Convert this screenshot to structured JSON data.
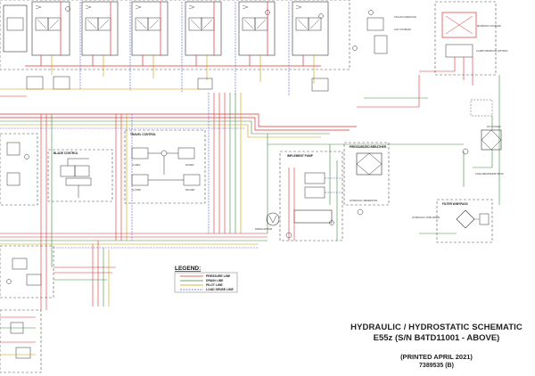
{
  "title_block": {
    "title": "HYDRAULIC / HYDROSTATIC SCHEMATIC",
    "model": "E55z (S/N B4TD11001 - ABOVE)",
    "printed": "(PRINTED APRIL 2021)",
    "part_number": "7389535 (B)"
  },
  "legend": {
    "title": "LEGEND:",
    "entries": [
      {
        "label": "PRESSURE LINE",
        "color": "#e03030"
      },
      {
        "label": "DRAIN LINE",
        "color": "#3a8a3a"
      },
      {
        "label": "PILOT LINE",
        "color": "#c8a000"
      },
      {
        "label": "LOAD SENSE LINE",
        "color": "#4a5ad0"
      }
    ]
  },
  "blocks": {
    "blade_control": "BLADE CONTROL",
    "travel_control": "TRAVEL CONTROL",
    "implement_pump": "IMPLEMENT PUMP",
    "pressurized_breather": "PRESSURIZED BREATHER",
    "hydraulic_reservoir": "HYDRAULIC RESERVOIR",
    "filter_bypass": "FILTER W/BYPASS",
    "hydraulic_tank_drain": "HYDRAULIC TANK DRAIN",
    "cold_weather_bypass": "COLD WEATHER BYPASS",
    "manifold_coupler": "MANIFOLD COUPLER",
    "oil_cooler": "OIL COOLER",
    "swing_motor": "SWING MOTOR",
    "lh_rev": "LH REV",
    "rh_fwd": "RH FWD",
    "lh_fwd": "LH FWD",
    "rh_rev": "RH REV",
    "clamp_manifold": "CLAMP MANIFOLD (OPTION)",
    "aux_manifold": "4TH AUX MANIFOLD",
    "aux_coupler": "AUX COUPLER"
  },
  "colors": {
    "pressure": "#e03030",
    "drain": "#3a8a3a",
    "pilot": "#c8a000",
    "load_sense": "#4a5ad0",
    "boundary": "#444444",
    "component": "#333333"
  }
}
